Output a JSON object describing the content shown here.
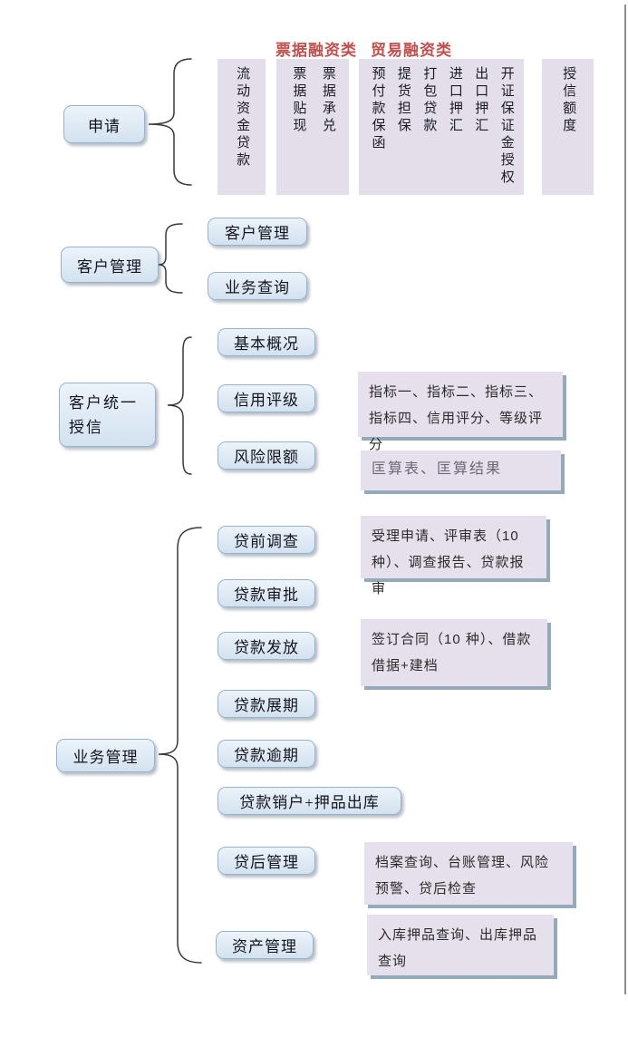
{
  "headers": {
    "bill_financing": "票据融资类",
    "trade_financing": "贸易融资类"
  },
  "application": {
    "label": "申请",
    "groups": [
      {
        "columns": [
          "流动资金贷款"
        ]
      },
      {
        "columns": [
          "票据贴现",
          "票据承兑"
        ]
      },
      {
        "columns": [
          "预付款保函",
          "提货担保",
          "打包贷款",
          "进口押汇",
          "出口押汇",
          "开证保证金授权"
        ]
      },
      {
        "columns": [
          "授信额度"
        ]
      }
    ]
  },
  "customer_management": {
    "label": "客户管理",
    "children": [
      "客户管理",
      "业务查询"
    ]
  },
  "unified_credit": {
    "label": "客户统一授信",
    "children": [
      "基本概况",
      "信用评级",
      "风险限额"
    ],
    "notes": [
      "指标一、指标二、指标三、指标四、信用评分、等级评分",
      "匡算表、匡算结果"
    ]
  },
  "business_management": {
    "label": "业务管理",
    "children": [
      "贷前调查",
      "贷款审批",
      "贷款发放",
      "贷款展期",
      "贷款逾期",
      "贷款销户+押品出库",
      "贷后管理",
      "资产管理"
    ],
    "notes": [
      "受理申请、评审表（10 种）、调查报告、贷款报审",
      "签订合同（10 种）、借款借据+建档",
      "档案查询、台账管理、风险预警、贷后检查",
      "入库押品查询、出库押品查询"
    ]
  },
  "colors": {
    "header_red": "#C0504D",
    "box_blue_fill": "#DCE6F1",
    "box_blue_border": "#98B3CE",
    "box_purple_fill": "#E6E0EC",
    "annotation_shadow": "#94AABB",
    "brace_stroke": "#383838"
  }
}
